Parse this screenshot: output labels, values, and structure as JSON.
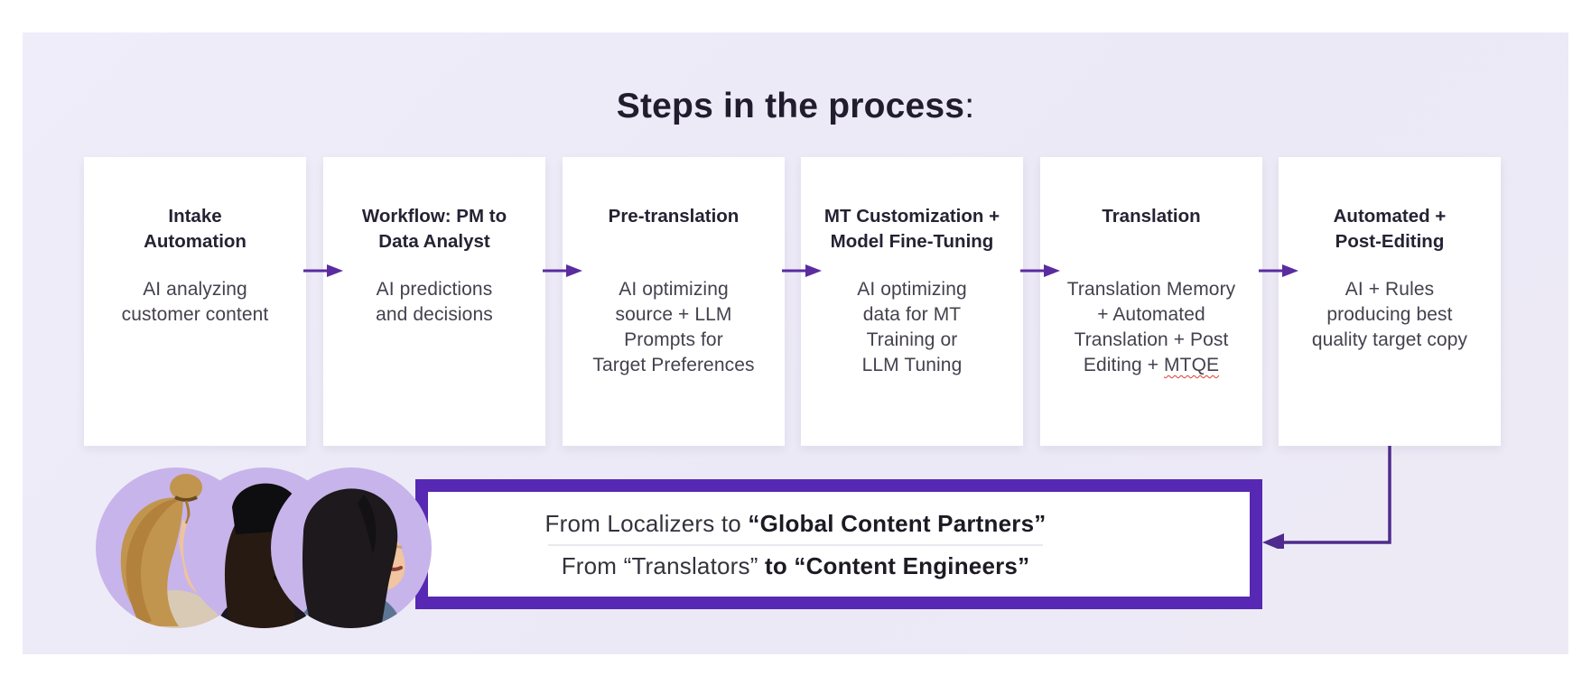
{
  "page": {
    "title_bold": "Steps in the process",
    "title_colon": ":"
  },
  "steps": [
    {
      "title": "Intake\nAutomation",
      "body": "AI analyzing\ncustomer content"
    },
    {
      "title": "Workflow: PM to\nData Analyst",
      "body": "AI predictions\nand decisions"
    },
    {
      "title": "Pre-translation",
      "body": "AI optimizing\nsource + LLM\nPrompts for\nTarget Preferences"
    },
    {
      "title": "MT Customization +\nModel Fine-Tuning",
      "body": "AI optimizing\ndata for MT\nTraining or\nLLM Tuning"
    },
    {
      "title": "Translation",
      "body_prefix": "Translation Memory\n+ Automated\nTranslation + Post\nEditing + ",
      "body_highlight": "MTQE"
    },
    {
      "title": "Automated +\nPost-Editing",
      "body": "AI + Rules\nproducing  best\nquality target copy"
    }
  ],
  "banner": {
    "line1_regular": "From Localizers to ",
    "line1_bold": "“Global Content Partners”",
    "line2_regular": "From “Translators” ",
    "line2_bold": "to “Content Engineers”"
  },
  "avatars": [
    {
      "name": "blonde woman in profile with top bun"
    },
    {
      "name": "man with black beanie and dark beard in profile"
    },
    {
      "name": "smiling woman with black bob in profile"
    }
  ],
  "colors": {
    "panel_background": "#edebf6",
    "card_background": "#ffffff",
    "arrow_purple": "#5a2ca0",
    "elbow_arrow_purple": "#4e2b8c",
    "banner_border_purple": "#5728b3",
    "avatar_circle": "#c7b4ea",
    "heading_text": "#211d2f",
    "card_title_text": "#262233",
    "card_body_text": "#45414e",
    "spellcheck_red": "#e03b30"
  }
}
